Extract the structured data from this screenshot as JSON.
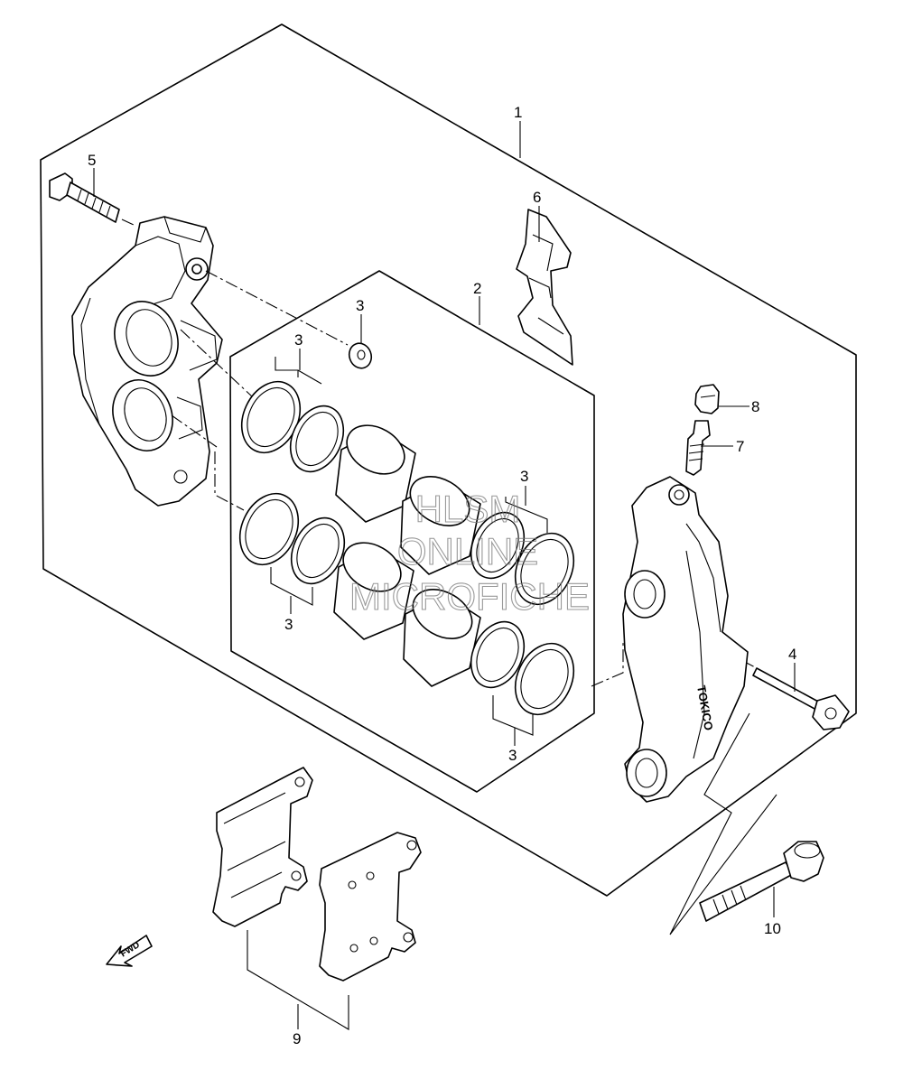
{
  "callouts": {
    "c1": "1",
    "c2": "2",
    "c3a": "3",
    "c3b": "3",
    "c3c": "3",
    "c3d": "3",
    "c3e": "3",
    "c4": "4",
    "c5": "5",
    "c6": "6",
    "c7": "7",
    "c8": "8",
    "c9": "9",
    "c10": "10"
  },
  "fwd_label": "FWD",
  "brand_label": "TOKICO",
  "watermark": {
    "line1": "HLSM",
    "line2": "ONLINE",
    "line3": "MICROFICHE"
  },
  "colors": {
    "ink": "#000000",
    "paper": "#ffffff",
    "watermark": "#777777"
  },
  "icons": {
    "fwd_arrow": "arrow-left-down-icon"
  }
}
